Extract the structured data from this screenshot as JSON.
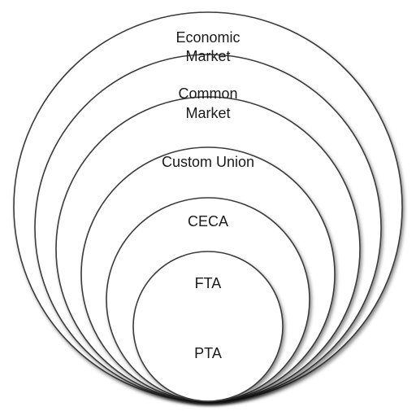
{
  "diagram": {
    "rings": [
      {
        "label_lines": [
          "Economic",
          "Market"
        ]
      },
      {
        "label_lines": [
          "Common",
          "Market"
        ]
      },
      {
        "label_lines": [
          "Custom Union"
        ]
      },
      {
        "label_lines": [
          "CECA"
        ]
      },
      {
        "label_lines": [
          "FTA"
        ]
      },
      {
        "label_lines": [
          "PTA"
        ]
      }
    ],
    "colors": {
      "stroke": "#3a3a3a",
      "fill": "#ffffff",
      "text": "#1a1a1a",
      "shadow": "#000000"
    }
  }
}
